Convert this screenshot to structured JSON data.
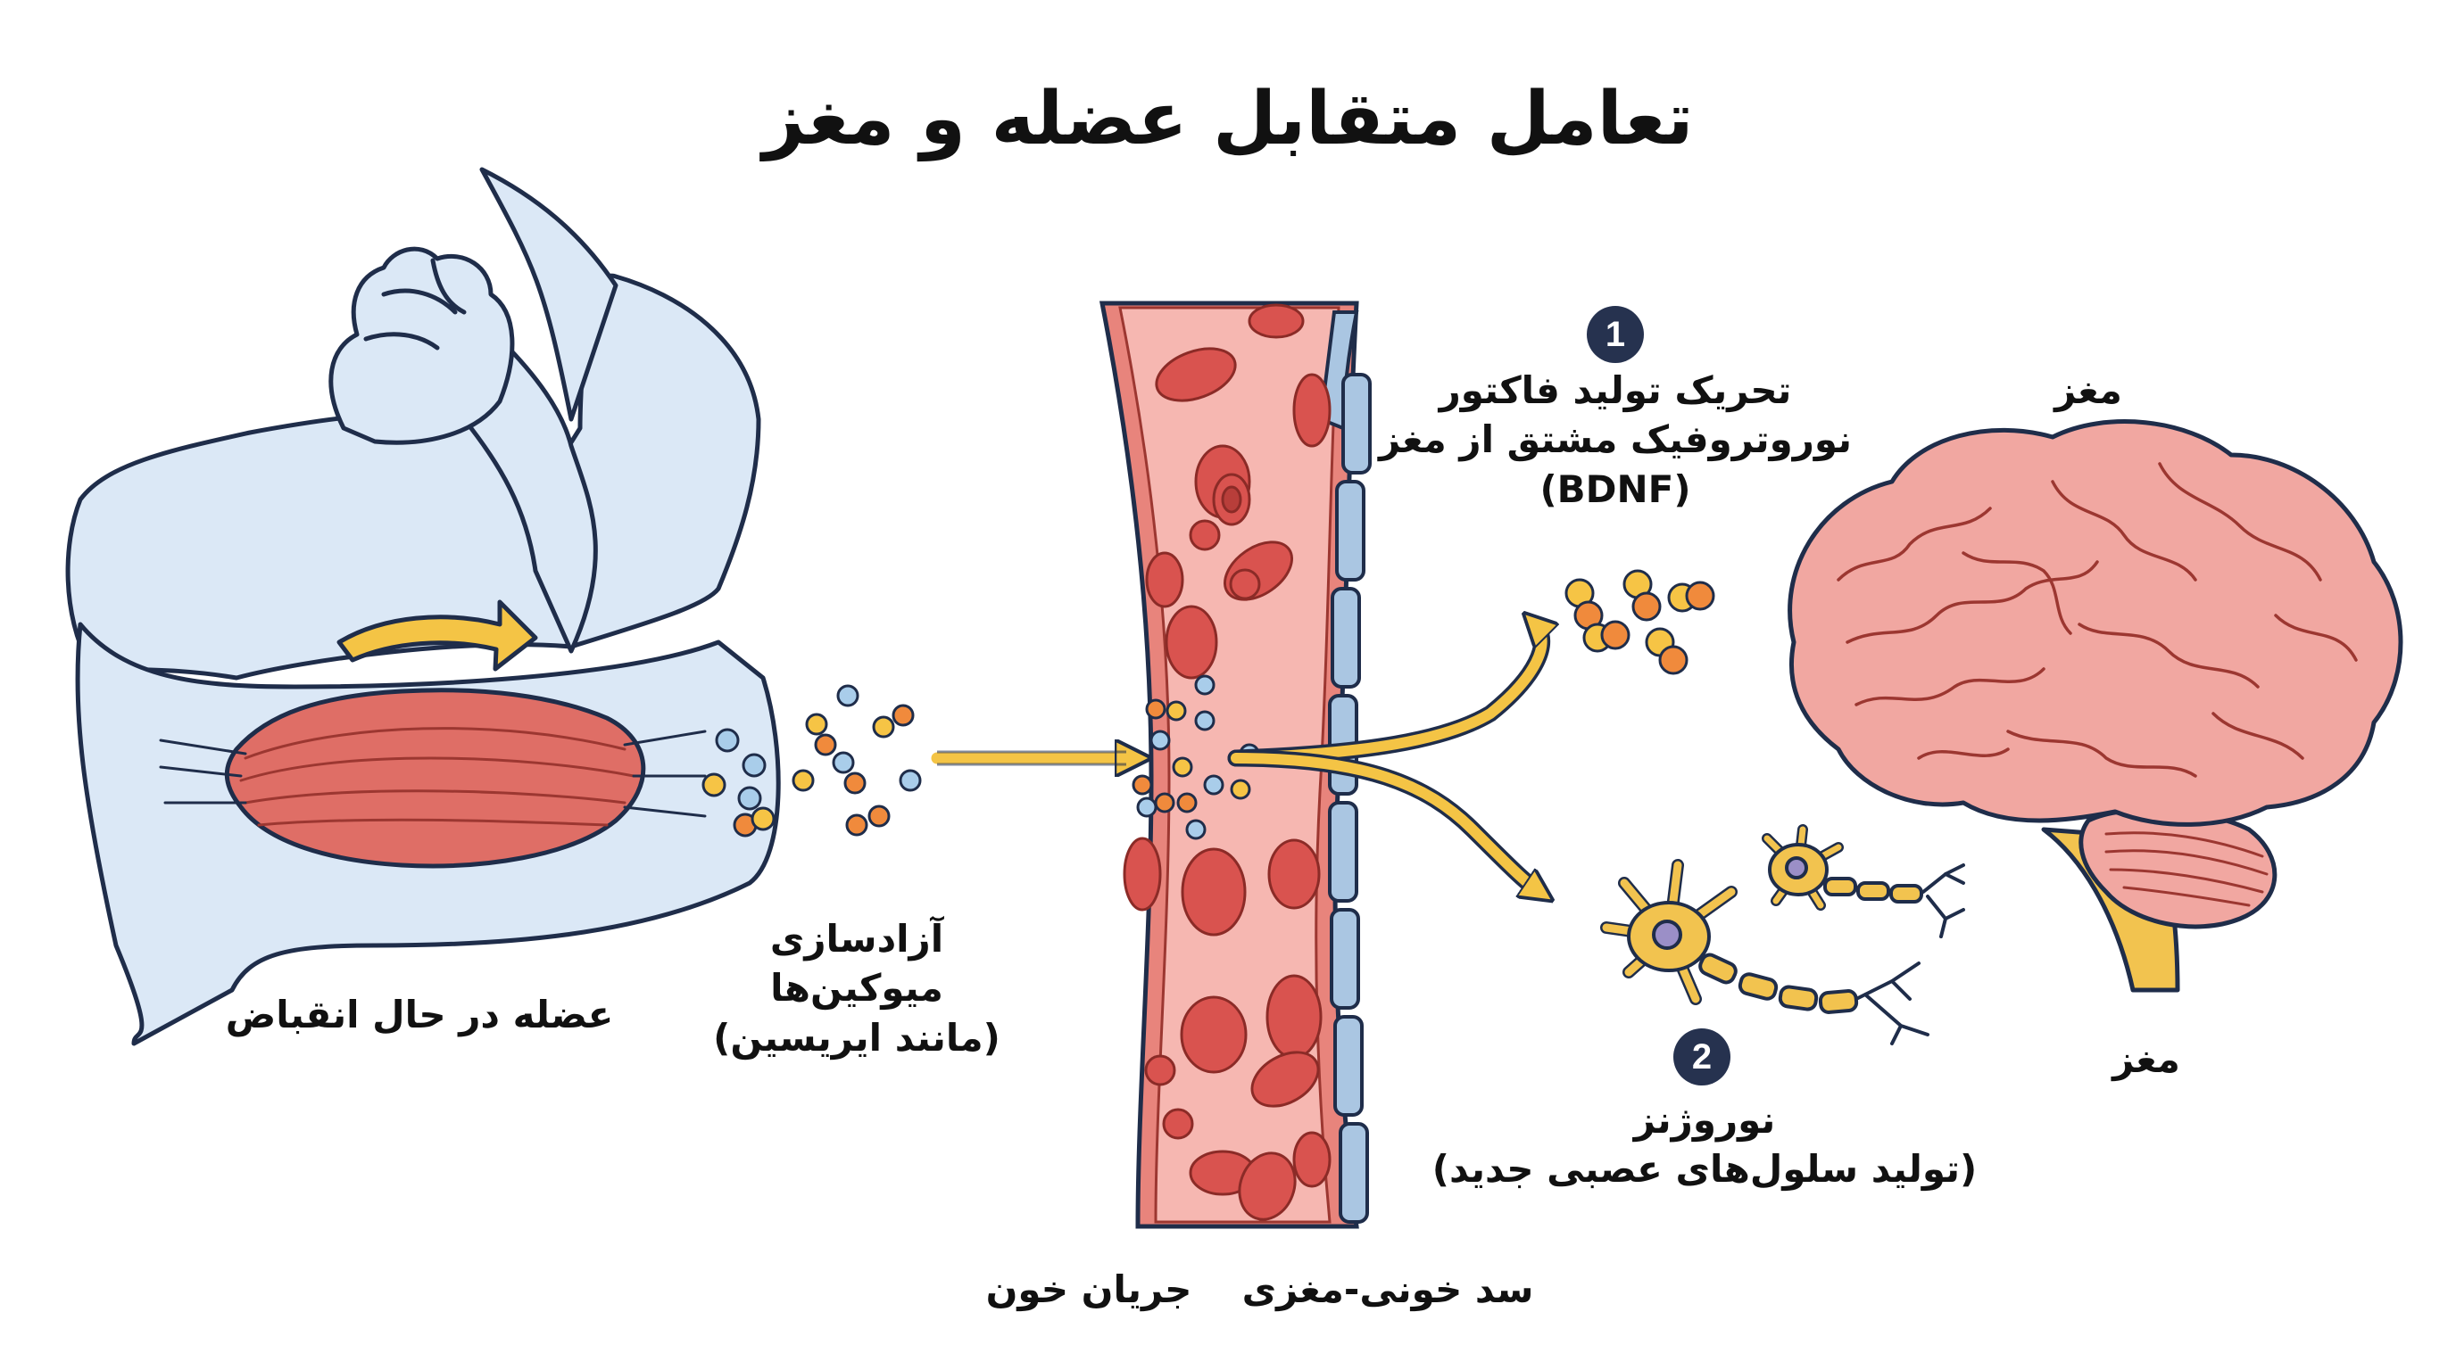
{
  "title": "تعامل متقابل عضله و مغز",
  "labels": {
    "muscle": "عضله در حال انقباض",
    "myokines": [
      "آزادسازی",
      "میوکین‌ها",
      "(مانند ایریسین)"
    ],
    "blood_flow": "جریان خون",
    "bbb": "سد خونی-مغزی",
    "bdnf": [
      "تحریک تولید فاکتور",
      "نوروتروفیک مشتق از مغز",
      "(BDNF)"
    ],
    "brain_top": "مغز",
    "brain_bottom": "مغز",
    "neurogenesis": [
      "نوروژنز",
      "(تولید سلول‌های عصبی جدید)"
    ]
  },
  "badges": {
    "one": "1",
    "two": "2"
  },
  "colors": {
    "arm_fill": "#dbe8f6",
    "arm_stroke": "#1f2d4a",
    "muscle": "#df6e66",
    "vessel_outer": "#e8847c",
    "vessel_inner": "#f6b7b1",
    "rbc": "#d9534f",
    "bbb_wall": "#aac6e2",
    "arrow": "#f4c445",
    "brain": "#f1a7a1",
    "brain_stem": "#f2c34f",
    "neuron": "#f2c34f",
    "neuron_nucleus": "#9b8fc7",
    "dot_blue": "#a9cdea",
    "dot_yellow": "#f6c445",
    "dot_orange": "#f08a3c"
  },
  "icons": [
    "arm-icon",
    "blood-vessel-icon",
    "brain-icon",
    "neuron-icon",
    "molecule-icon",
    "arrow-icon"
  ]
}
